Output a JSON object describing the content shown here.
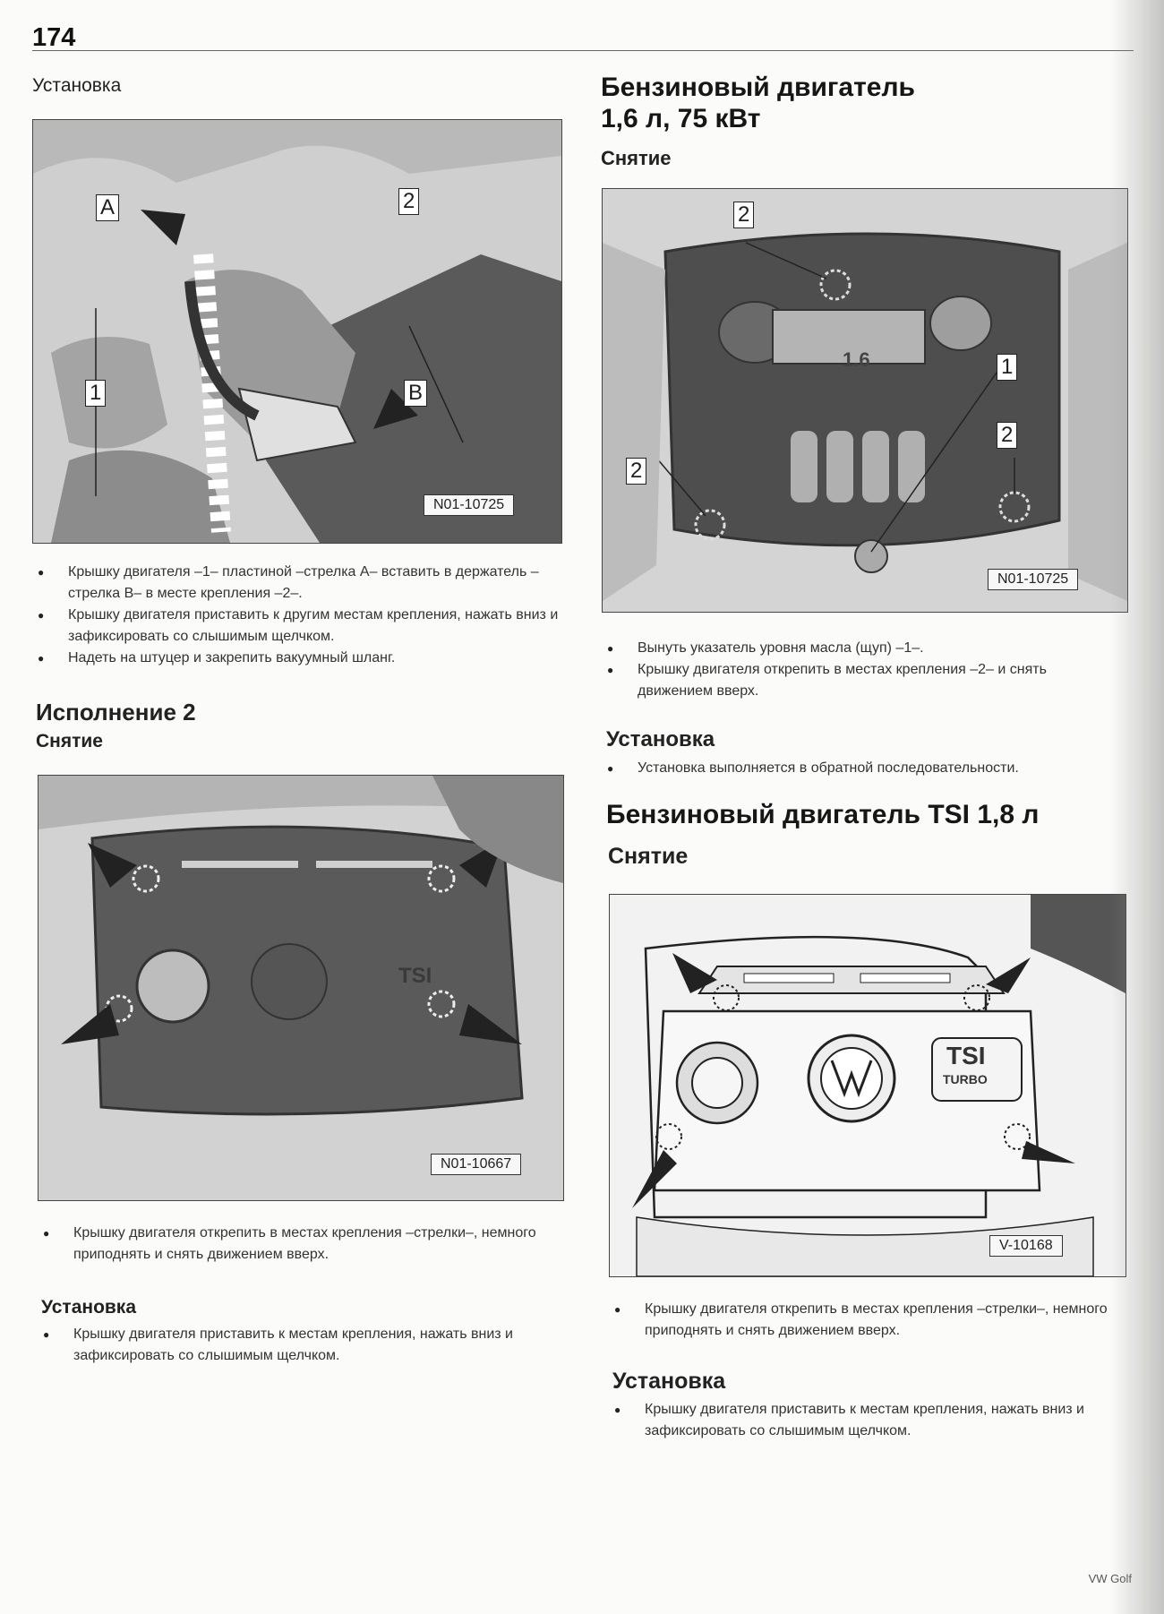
{
  "page": {
    "number": "174",
    "footer": "VW Golf"
  },
  "left": {
    "s1_heading": "Установка",
    "fig1": {
      "code": "N01-10725",
      "labels": {
        "a": "A",
        "b": "B",
        "one": "1",
        "two": "2"
      }
    },
    "s1_bullets": [
      "Крышку двигателя –1– пластиной –стрелка А– вставить в держатель –стрелка В– в месте крепления –2–.",
      "Крышку двигателя приставить к другим местам крепления, нажать вниз и зафиксировать со слышимым щелчком.",
      "Надеть на штуцер и закрепить вакуумный шланг."
    ],
    "s2_heading": "Исполнение 2",
    "s2_sub": "Снятие",
    "fig2": {
      "code": "N01-10667",
      "logo": "TSI"
    },
    "s2_bullets": [
      "Крышку двигателя открепить в местах крепления –стрелки–, немного приподнять и снять движением вверх."
    ],
    "s3_sub": "Установка",
    "s3_bullets": [
      "Крышку двигателя приставить к местам крепления, нажать вниз и зафиксировать со слышимым щелчком."
    ]
  },
  "right": {
    "r1_heading_line1": "Бензиновый двигатель",
    "r1_heading_line2": "1,6 л, 75 кВт",
    "r1_sub": "Снятие",
    "fig3": {
      "code": "N01-10725",
      "emblem": "1.6",
      "labels": {
        "one": "1",
        "two": "2"
      }
    },
    "r1_bullets": [
      "Вынуть указатель уровня масла (щуп) –1–.",
      "Крышку двигателя открепить в местах крепления –2– и снять движением вверх."
    ],
    "r2_sub": "Установка",
    "r2_bullets": [
      "Установка выполняется в обратной последовательности."
    ],
    "r3_heading": "Бензиновый двигатель TSI 1,8 л",
    "r3_sub": "Снятие",
    "fig4": {
      "code": "V-10168",
      "logo1": "TSI",
      "logo2": "TURBO"
    },
    "r3_bullets": [
      "Крышку двигателя открепить в местах крепления –стрелки–, немного приподнять и снять движением вверх."
    ],
    "r4_sub": "Установка",
    "r4_bullets": [
      "Крышку двигателя приставить к местам крепления, нажать вниз и зафиксировать со слышимым щелчком."
    ]
  }
}
